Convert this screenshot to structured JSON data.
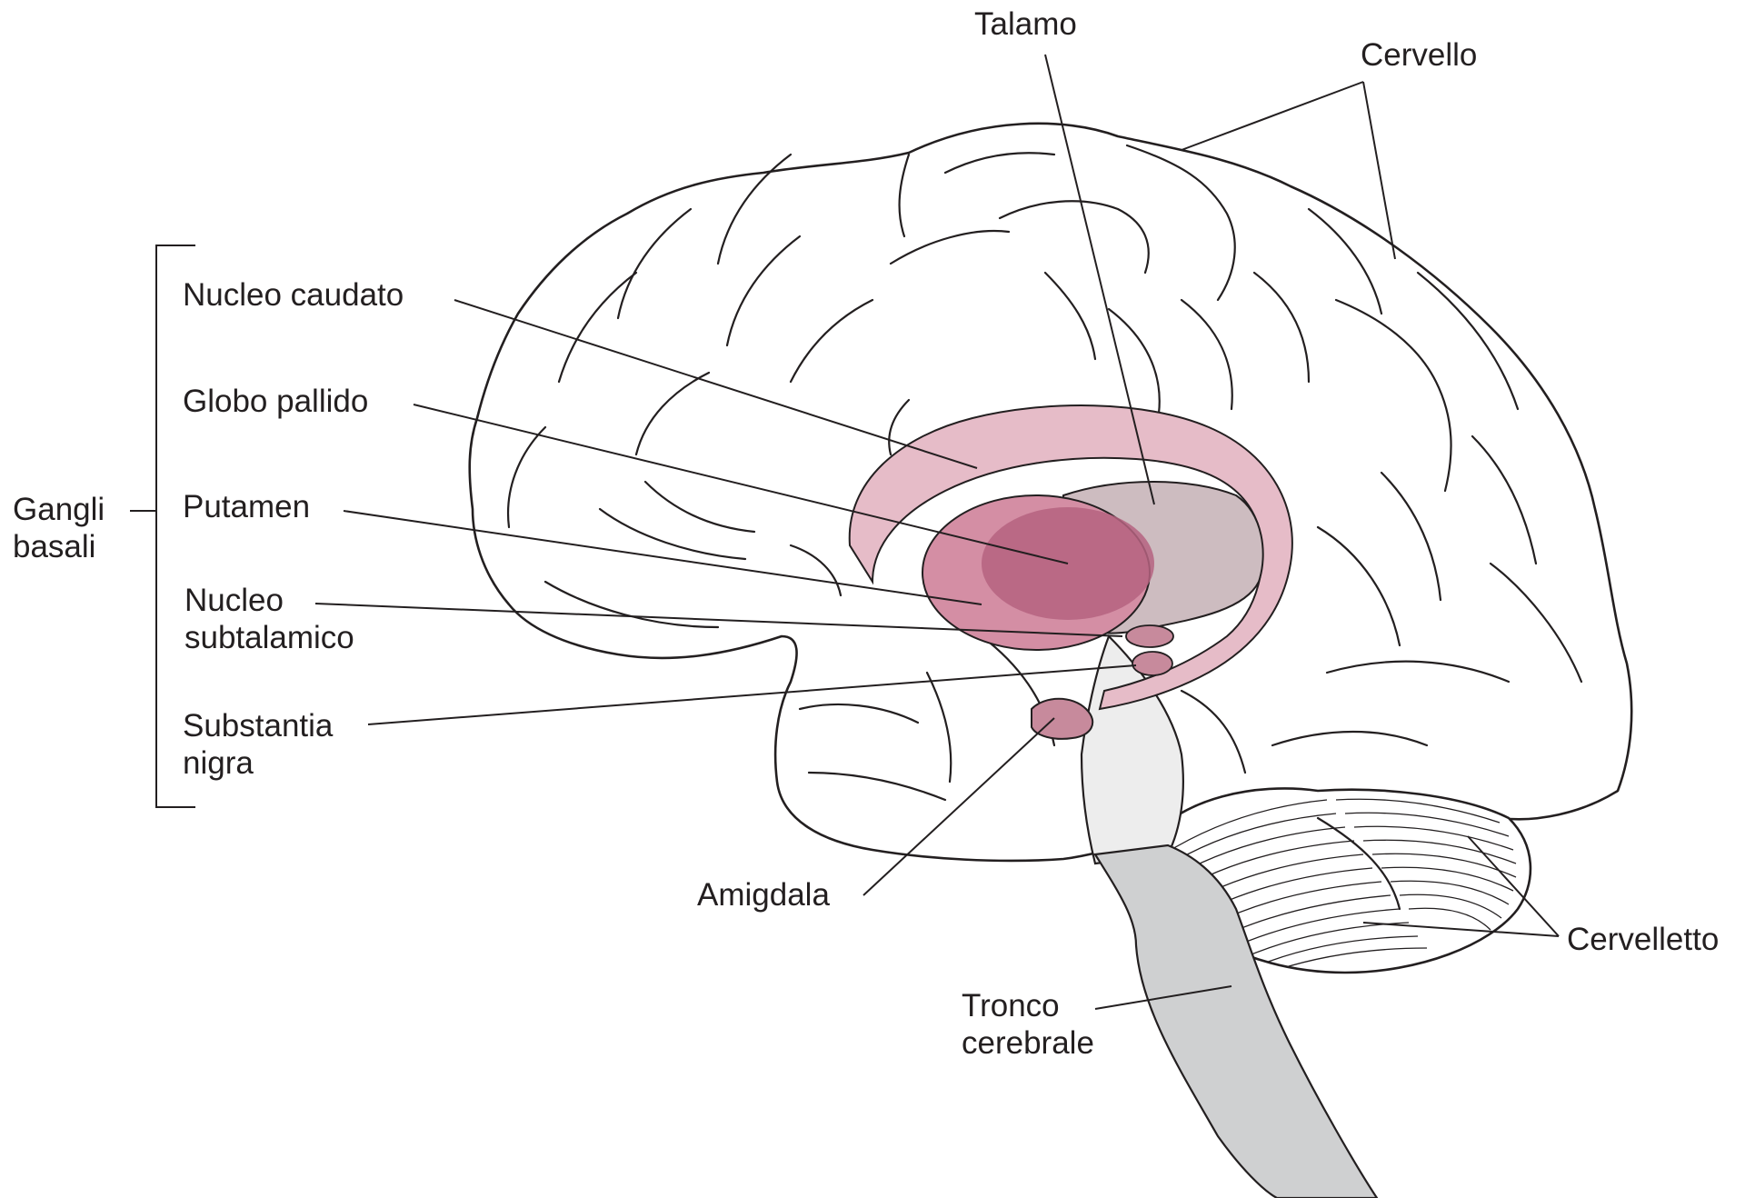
{
  "figure": {
    "labels": {
      "talamo": "Talamo",
      "cervello": "Cervello",
      "nucleo_caudato": "Nucleo caudato",
      "globo_pallido": "Globo pallido",
      "putamen": "Putamen",
      "nucleo_subtalamico_line1": "Nucleo",
      "nucleo_subtalamico_line2": "subtalamico",
      "substantia_nigra_line1": "Substantia",
      "substantia_nigra_line2": "nigra",
      "gangli_basali_line1": "Gangli",
      "gangli_basali_line2": "basali",
      "amigdala": "Amigdala",
      "cervelletto": "Cervelletto",
      "tronco_cerebrale_line1": "Tronco",
      "tronco_cerebrale_line2": "cerebrale"
    },
    "colors": {
      "caudate": "#e6bcc8",
      "putamen": "#d48ea4",
      "globus_pallidus": "#b56380",
      "thalamus": "#cdbcc0",
      "small_nuclei": "#c78a9c",
      "brainstem": "#cfd0d1",
      "brainstem_upper": "#ededed",
      "outline": "#231f20"
    }
  }
}
